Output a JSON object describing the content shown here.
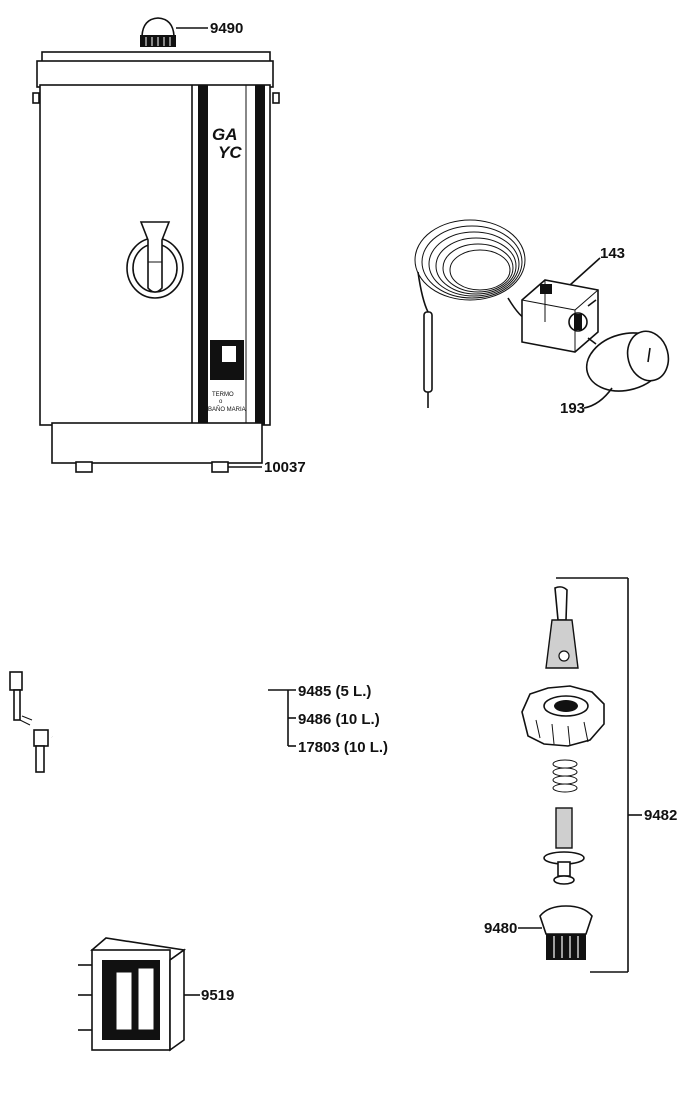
{
  "labels": {
    "knob_top": "9490",
    "feet": "10037",
    "thermostat": "143",
    "thermostat_knob": "193",
    "seal_5l": "9485 (5 L.)",
    "seal_10l_a": "9486 (10 L.)",
    "seal_10l_b": "17803 (10 L.)",
    "tap_assembly": "9482",
    "tap_knob": "9480",
    "switch": "9519"
  },
  "panel_text": {
    "logo_line1": "GA",
    "logo_line2": "YC",
    "plate_line1": "TERMO",
    "plate_line2": "o",
    "plate_line3": "BAÑO MARIA"
  }
}
